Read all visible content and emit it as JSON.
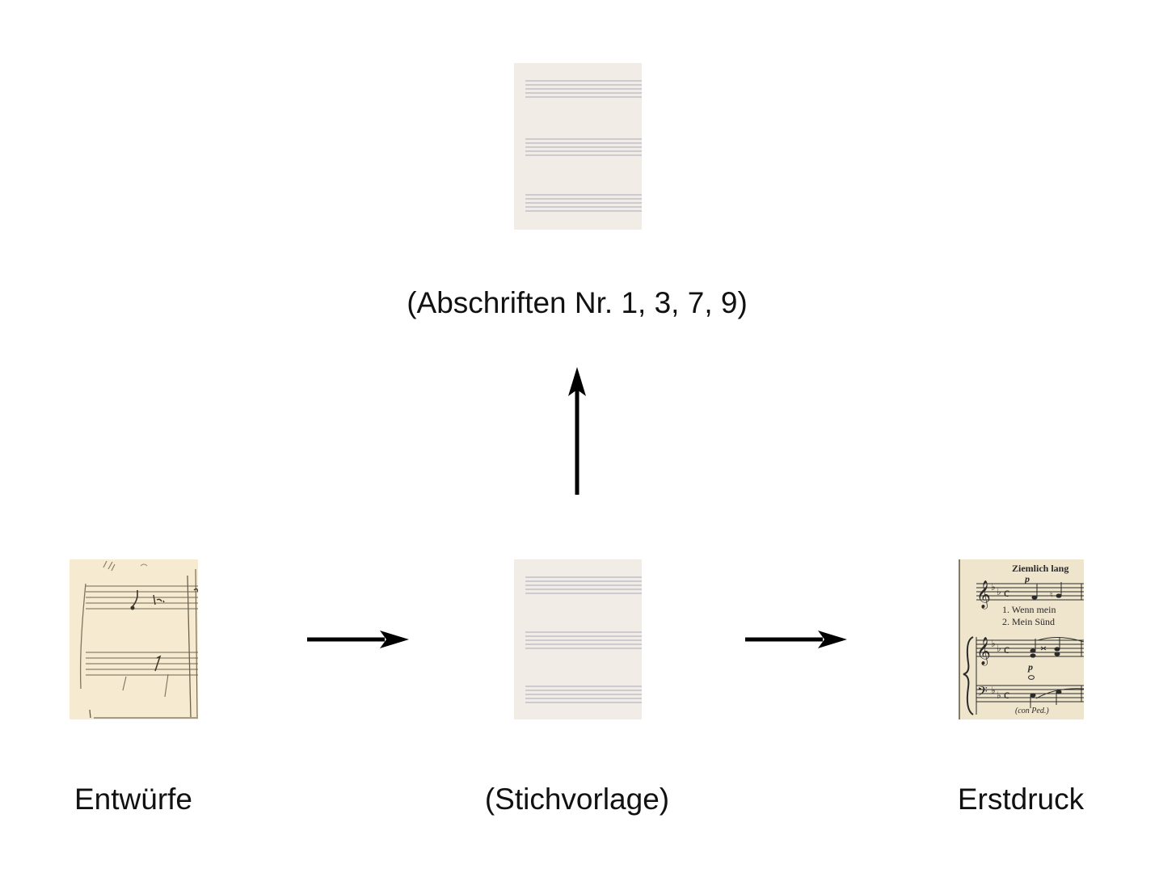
{
  "diagram": {
    "nodes": {
      "abschriften": {
        "label": "(Abschriften Nr. 1, 3, 7, 9)",
        "thumbnail": "blank-manuscript-paper"
      },
      "entwuerfe": {
        "label": "Entwürfe",
        "thumbnail": "sketch-manuscript"
      },
      "stichvorlage": {
        "label": "(Stichvorlage)",
        "thumbnail": "blank-manuscript-paper"
      },
      "erstdruck": {
        "label": "Erstdruck",
        "thumbnail": "printed-score",
        "score_tempo": "Ziemlich lang",
        "score_verse1": "1. Wenn mein",
        "score_verse2": "2. Mein Sünd",
        "score_dynamic": "p",
        "score_pedal": "(con Ped.)"
      }
    },
    "edges": [
      {
        "from": "stichvorlage",
        "to": "abschriften",
        "direction": "up"
      },
      {
        "from": "entwuerfe",
        "to": "stichvorlage",
        "direction": "right"
      },
      {
        "from": "stichvorlage",
        "to": "erstdruck",
        "direction": "right"
      }
    ],
    "colors": {
      "arrow": "#000000",
      "paper_blank": "#f1ede6",
      "paper_sketch": "#f6ead0",
      "paper_print": "#efe4cc",
      "staff_line_blank": "#b8b5c4",
      "ink": "#2a2a2a"
    }
  }
}
